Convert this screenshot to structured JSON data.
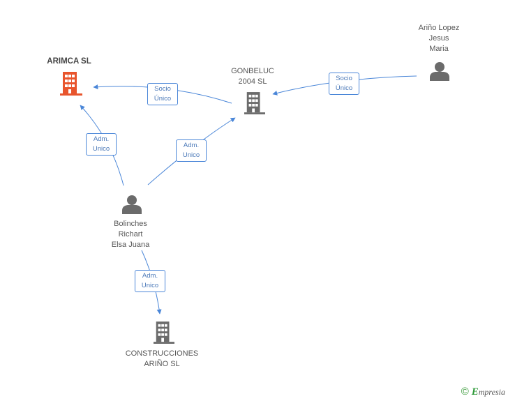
{
  "nodes": {
    "arimca": {
      "label": "ARIMCA SL",
      "type": "company",
      "color": "#e8552d"
    },
    "gonbeluc": {
      "label": "GONBELUC\n2004 SL",
      "type": "company",
      "color": "#6b6b6b"
    },
    "arino_lopez": {
      "label": "Ariño Lopez\nJesus\nMaria",
      "type": "person",
      "color": "#6b6b6b"
    },
    "bolinches": {
      "label": "Bolinches\nRichart\nElsa Juana",
      "type": "person",
      "color": "#6b6b6b"
    },
    "construcciones": {
      "label": "CONSTRUCCIONES\nARIÑO SL",
      "type": "company",
      "color": "#6b6b6b"
    }
  },
  "edges": {
    "gonbeluc_arimca": {
      "label": "Socio\nÚnico",
      "from": "gonbeluc",
      "to": "arimca"
    },
    "arino_gonbeluc": {
      "label": "Socio\nÚnico",
      "from": "arino_lopez",
      "to": "gonbeluc"
    },
    "bolinches_arimca": {
      "label": "Adm.\nUnico",
      "from": "bolinches",
      "to": "arimca"
    },
    "bolinches_gonbeluc": {
      "label": "Adm.\nUnico",
      "from": "bolinches",
      "to": "gonbeluc"
    },
    "bolinches_construcciones": {
      "label": "Adm.\nUnico",
      "from": "bolinches",
      "to": "construcciones"
    }
  },
  "edge_color": "#4a86d8",
  "footer": {
    "copyright": "©",
    "brand_initial": "E",
    "brand_rest": "mpresia"
  }
}
